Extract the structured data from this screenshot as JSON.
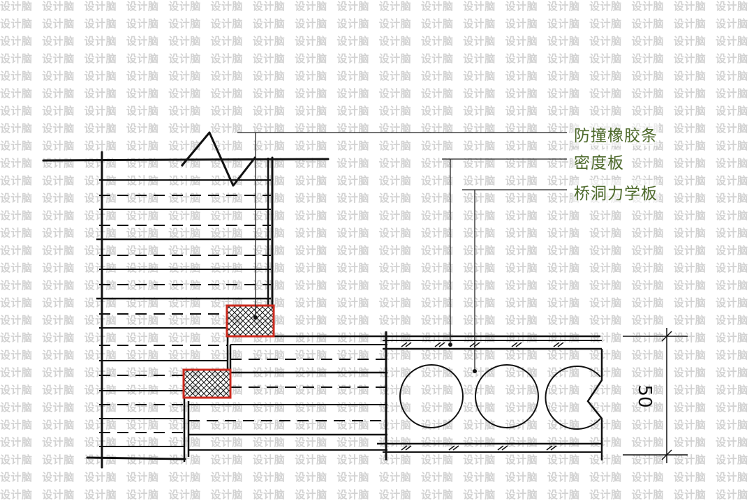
{
  "watermark": {
    "text": "设计脑"
  },
  "annotations": [
    {
      "id": "bumper-strip",
      "text": "防撞橡胶条"
    },
    {
      "id": "mdf-board",
      "text": "密度板"
    },
    {
      "id": "bridge-hole-board",
      "text": "桥洞力学板"
    }
  ],
  "dimension": {
    "value": "50"
  },
  "colors": {
    "ink": "#111111",
    "label": "#4e6a2c",
    "highlight": "#cc2a1e",
    "watermark": "#d2d2d2"
  }
}
